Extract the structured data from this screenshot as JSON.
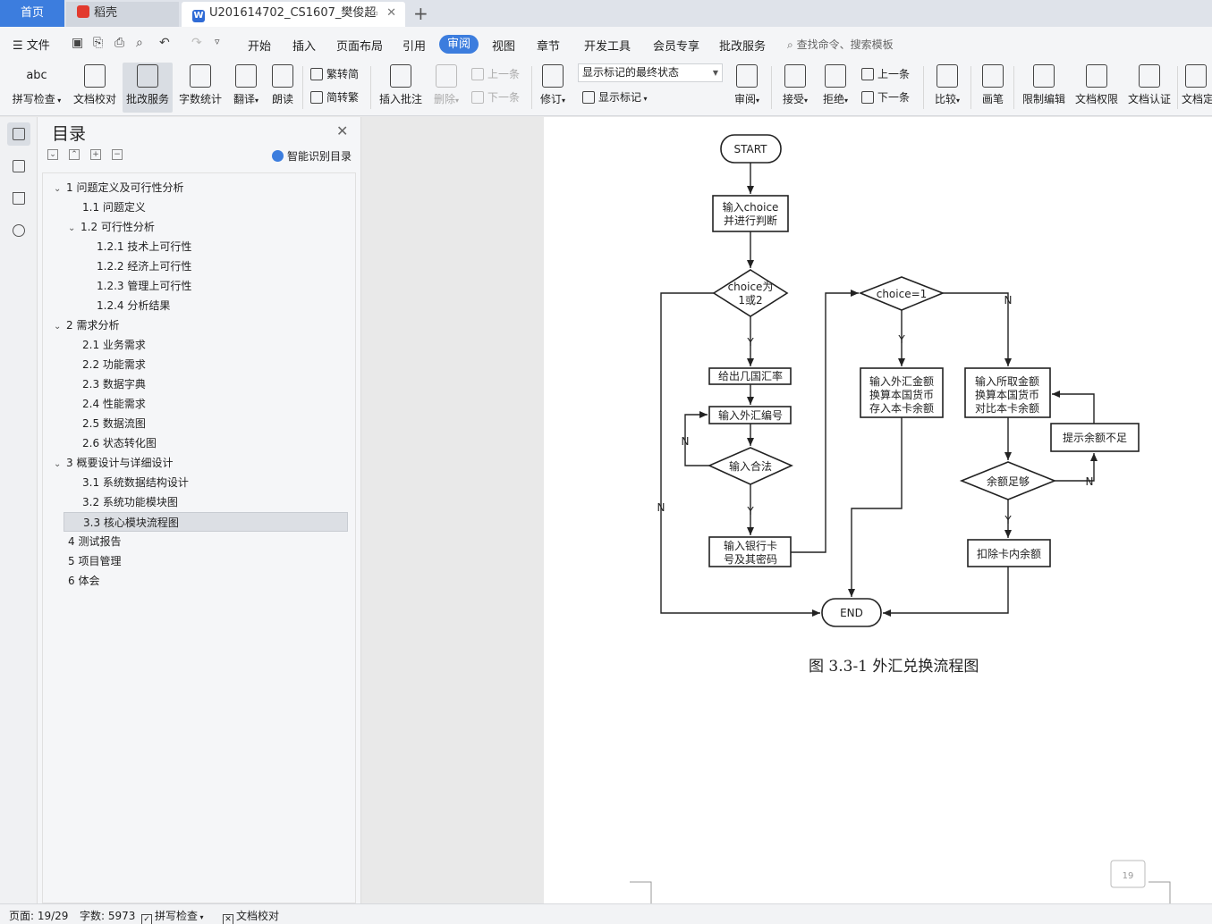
{
  "tabs": {
    "home": "首页",
    "daoke": "稻壳",
    "doc": "U201614702_CS1607_樊俊超",
    "add": "+"
  },
  "menu": {
    "file": "文件",
    "items": [
      "开始",
      "插入",
      "页面布局",
      "引用",
      "审阅",
      "视图",
      "章节",
      "开发工具",
      "会员专享",
      "批改服务"
    ],
    "active": "审阅",
    "search": "查找命令、搜索模板"
  },
  "ribbon": {
    "spell": "拼写检查",
    "proofread": "文档校对",
    "correct": "批改服务",
    "wordcount": "字数统计",
    "translate": "翻译",
    "read": "朗读",
    "trad": "繁转简",
    "simp": "简转繁",
    "insert_comment": "插入批注",
    "delete": "删除",
    "prev": "上一条",
    "next": "下一条",
    "revise": "修订",
    "markup_state": "显示标记的最终状态",
    "show_markup": "显示标记",
    "review": "审阅",
    "accept": "接受",
    "reject": "拒绝",
    "prev2": "上一条",
    "next2": "下一条",
    "compare": "比较",
    "pen": "画笔",
    "restrict": "限制编辑",
    "permission": "文档权限",
    "certify": "文档认证",
    "finalize": "文档定"
  },
  "toc": {
    "title": "目录",
    "smart": "智能识别目录",
    "items": [
      {
        "label": "1 问题定义及可行性分析",
        "level": 1,
        "expanded": true
      },
      {
        "label": "1.1 问题定义",
        "level": 2
      },
      {
        "label": "1.2 可行性分析",
        "level": 2,
        "expanded": true
      },
      {
        "label": "1.2.1 技术上可行性",
        "level": 3
      },
      {
        "label": "1.2.2 经济上可行性",
        "level": 3
      },
      {
        "label": "1.2.3 管理上可行性",
        "level": 3
      },
      {
        "label": "1.2.4 分析结果",
        "level": 3
      },
      {
        "label": "2 需求分析",
        "level": 1,
        "expanded": true
      },
      {
        "label": "2.1 业务需求",
        "level": 2
      },
      {
        "label": "2.2 功能需求",
        "level": 2
      },
      {
        "label": "2.3 数据字典",
        "level": 2
      },
      {
        "label": "2.4 性能需求",
        "level": 2
      },
      {
        "label": "2.5 数据流图",
        "level": 2
      },
      {
        "label": "2.6 状态转化图",
        "level": 2
      },
      {
        "label": "3 概要设计与详细设计",
        "level": 1,
        "expanded": true
      },
      {
        "label": "3.1 系统数据结构设计",
        "level": 2
      },
      {
        "label": "3.2 系统功能模块图",
        "level": 2
      },
      {
        "label": "3.3 核心模块流程图",
        "level": 2,
        "selected": true
      },
      {
        "label": "4 测试报告",
        "level": 1
      },
      {
        "label": "5 项目管理",
        "level": 1
      },
      {
        "label": "6 体会",
        "level": 1
      }
    ]
  },
  "flowchart": {
    "start": "START",
    "input_choice": [
      "输入choice",
      "并进行判断"
    ],
    "decision_choice": [
      "choice为",
      "1或2"
    ],
    "give_rate": "给出几国汇率",
    "input_fx_code": "输入外汇编号",
    "input_valid": "输入合法",
    "input_bank": [
      "输入银行卡",
      "号及其密码"
    ],
    "decision_eq1": "choice=1",
    "deposit_box": [
      "输入外汇金额",
      "换算本国货币",
      "存入本卡余额"
    ],
    "withdraw_box": [
      "输入所取金额",
      "换算本国货币",
      "对比本卡余额"
    ],
    "insufficient": "提示余额不足",
    "balance_ok": "余额足够",
    "deduct": "扣除卡内余额",
    "end": "END",
    "yes": "Y",
    "no": "N"
  },
  "caption": "图 3.3-1 外汇兑换流程图",
  "page_number": "19",
  "status": {
    "page": "页面: 19/29",
    "words": "字数: 5973",
    "spell": "拼写检查",
    "proof": "文档校对"
  }
}
